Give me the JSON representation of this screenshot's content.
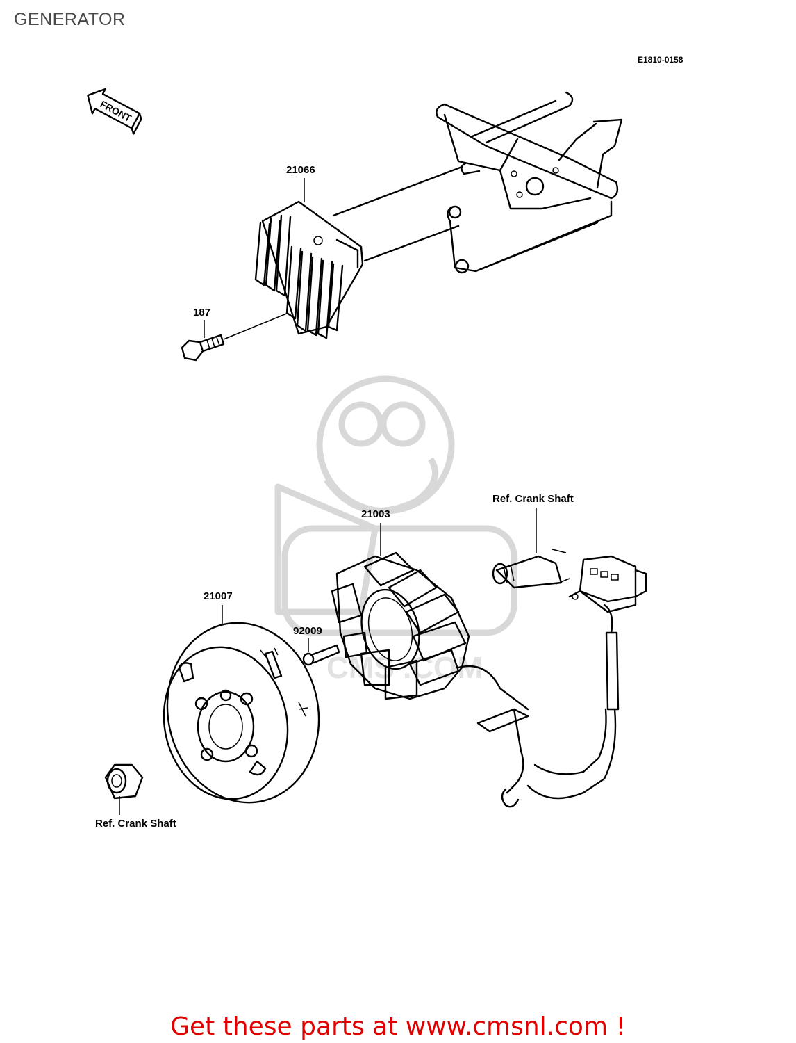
{
  "page": {
    "title": "GENERATOR"
  },
  "diagram": {
    "code": "E1810-0158",
    "front_arrow": "FRONT",
    "watermark": "CMS .COM",
    "callouts": {
      "regulator": "21066",
      "bolt_187": "187",
      "stator": "21003",
      "rotor": "21007",
      "screw": "92009",
      "crank_shaft_top": "Ref. Crank Shaft",
      "crank_shaft_bottom": "Ref. Crank Shaft"
    }
  },
  "footer": {
    "cta": "Get these parts at www.cmsnl.com !"
  },
  "colors": {
    "cta": "#e00000",
    "title": "#4a4a4a",
    "watermark": "#d8d8d8"
  }
}
